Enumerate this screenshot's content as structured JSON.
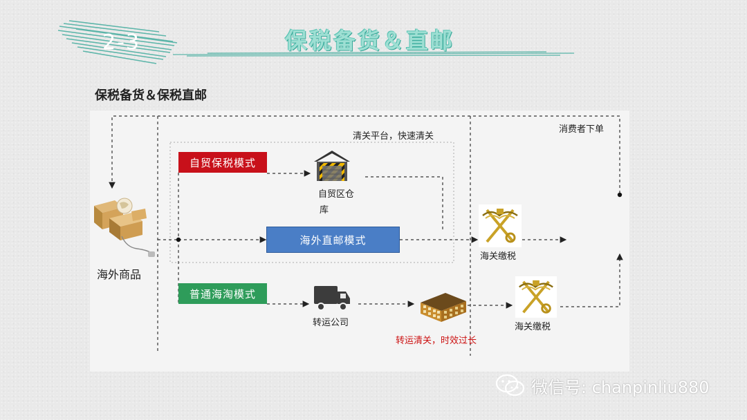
{
  "header": {
    "section_number": "2-3",
    "title": "保税备货＆直邮"
  },
  "subtitle": "保税备货＆保税直邮",
  "diagram": {
    "clearance_note": "清关平台，快速清关",
    "consumer_order": "消费者下单",
    "overseas_goods": "海外商品",
    "mode_ftz_bonded": "自贸保税模式",
    "ftz_warehouse_line1": "自贸区仓",
    "ftz_warehouse_line2": "库",
    "mode_overseas_direct": "海外直邮模式",
    "customs_tax_1": "海关缴税",
    "mode_ordinary": "普通海淘模式",
    "forwarding_company": "转运公司",
    "transit_clearance_note": "转运清关，时效过长",
    "customs_tax_2": "海关缴税"
  },
  "watermark": "微信号: chanpinliu880",
  "colors": {
    "teal_accent": "#3aa99a",
    "red_mode": "#c8101a",
    "green_mode": "#2e9c5a",
    "blue_mode": "#4a7ec6",
    "warning_text": "#cc1111"
  }
}
